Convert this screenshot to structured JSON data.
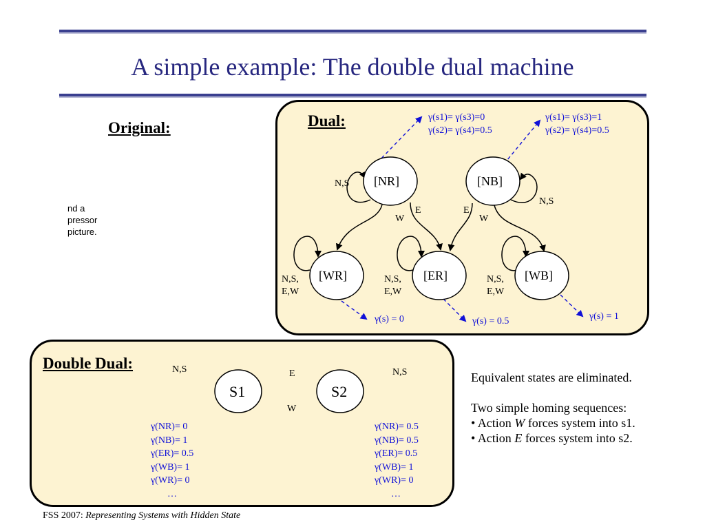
{
  "title": "A simple example: The double dual machine",
  "original": {
    "label": "Original:",
    "broken_image_text": [
      "nd a",
      "pressor",
      "picture."
    ]
  },
  "dual": {
    "label": "Dual:",
    "states": [
      "[NR]",
      "[NB]",
      "[WR]",
      "[ER]",
      "[WB]"
    ],
    "gamma_nr": [
      "γ(s1)= γ(s3)=0",
      "γ(s2)= γ(s4)=0.5"
    ],
    "gamma_nb": [
      "γ(s1)= γ(s3)=1",
      "γ(s2)= γ(s4)=0.5"
    ],
    "gamma_wr": "γ(s) = 0",
    "gamma_er": "γ(s) = 0.5",
    "gamma_wb": "γ(s) = 1",
    "edge_labels": {
      "nr_loop": "N,S",
      "nb_loop": "N,S",
      "nr_to_er": "E",
      "nr_to_wr": "W",
      "nb_to_er": "E",
      "nb_to_wb": "W",
      "wr_loop": [
        "N,S,",
        "E,W"
      ],
      "er_loop": [
        "N,S,",
        "E,W"
      ],
      "wb_loop": [
        "N,S,",
        "E,W"
      ]
    }
  },
  "double_dual": {
    "label": "Double Dual:",
    "states": [
      "S1",
      "S2"
    ],
    "edge_e": "E",
    "edge_w": "W",
    "loop_s1": "N,S",
    "loop_s2": "N,S",
    "gamma_s1": [
      "γ(NR)= 0",
      "γ(NB)= 1",
      "γ(ER)= 0.5",
      "γ(WB)= 1",
      "γ(WR)= 0",
      "…"
    ],
    "gamma_s2": [
      "γ(NR)= 0.5",
      "γ(NB)= 0.5",
      "γ(ER)= 0.5",
      "γ(WB)= 1",
      "γ(WR)= 0",
      "…"
    ]
  },
  "notes": {
    "line1": "Equivalent states are eliminated.",
    "line2": "Two simple homing sequences:",
    "bullet_w": {
      "prefix": "• Action ",
      "action": "W",
      "suffix": " forces system into s1."
    },
    "bullet_e": {
      "prefix": "• Action ",
      "action": "E",
      "suffix": " forces system into s2."
    }
  },
  "footer": {
    "prefix": "FSS 2007: ",
    "italic": "Representing Systems with Hidden State"
  },
  "colors": {
    "title": "#27277f",
    "rule": "#3a3f8f",
    "panel": "#fdf3d2",
    "annotation": "#1010d8"
  }
}
